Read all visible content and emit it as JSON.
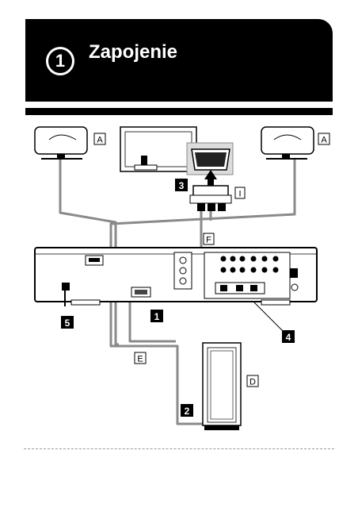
{
  "header": {
    "step_number": "1",
    "title": "Zapojenie"
  },
  "labels": {
    "speaker_left": "A",
    "speaker_right": "A",
    "subwoofer": "D",
    "speaker_cable": "E",
    "video_cable": "F",
    "scart_adapter": "I"
  },
  "steps": {
    "step1": "1",
    "step2": "2",
    "step3": "3",
    "step4": "4",
    "step5": "5"
  },
  "colors": {
    "accent": "#000000",
    "cable": "#8a8a8a",
    "background": "#ffffff"
  }
}
